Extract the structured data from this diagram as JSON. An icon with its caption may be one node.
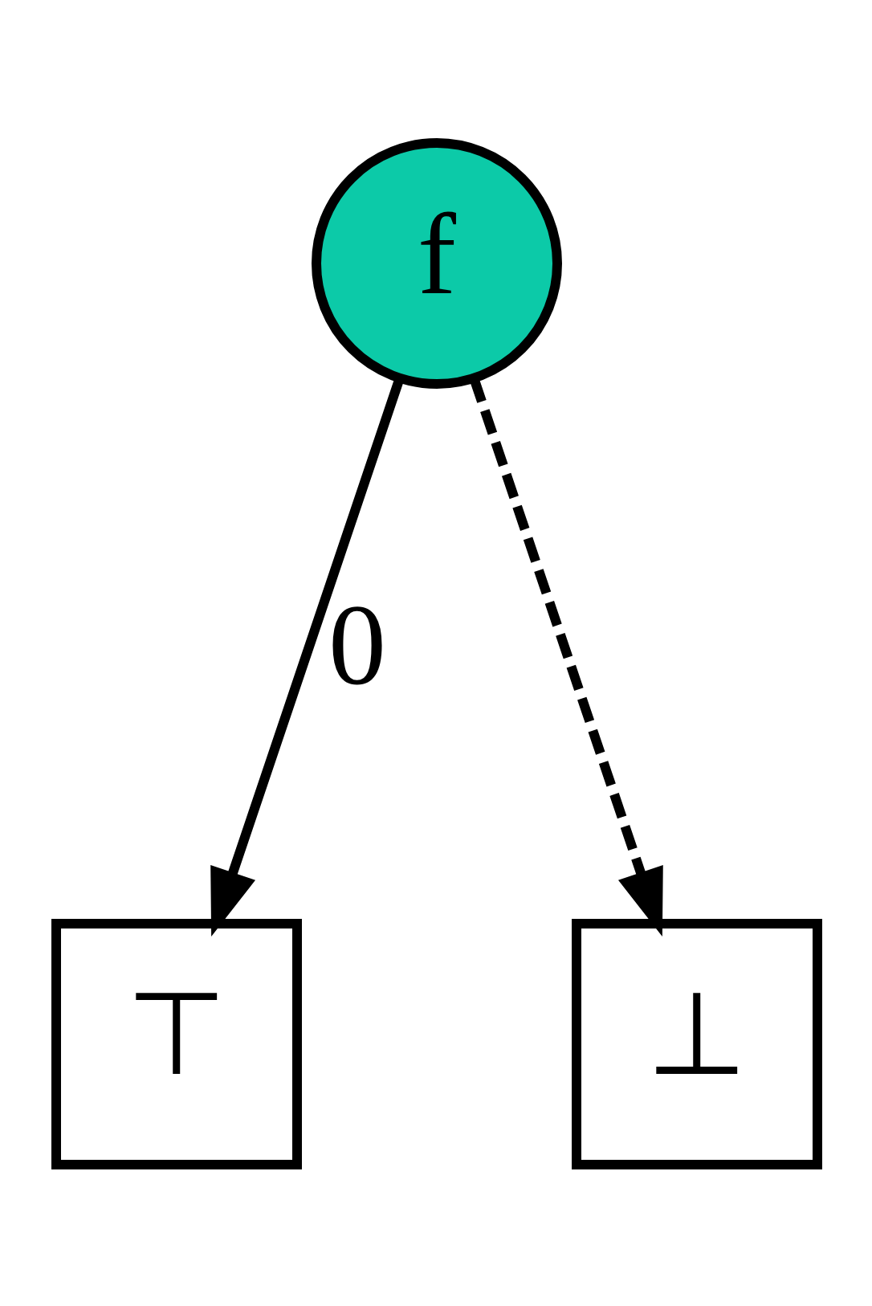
{
  "diagram": {
    "nodes": [
      {
        "text": [
          "f"
        ]
      },
      {
        "text": [
          "⊤"
        ]
      },
      {
        "text": [
          "⊥"
        ]
      }
    ],
    "edges": [
      {
        "from": 0,
        "to": 1,
        "arrow": "to",
        "label": "0"
      },
      {
        "from": 0,
        "to": 2,
        "arrow": "to",
        "style": "dashed"
      }
    ]
  }
}
